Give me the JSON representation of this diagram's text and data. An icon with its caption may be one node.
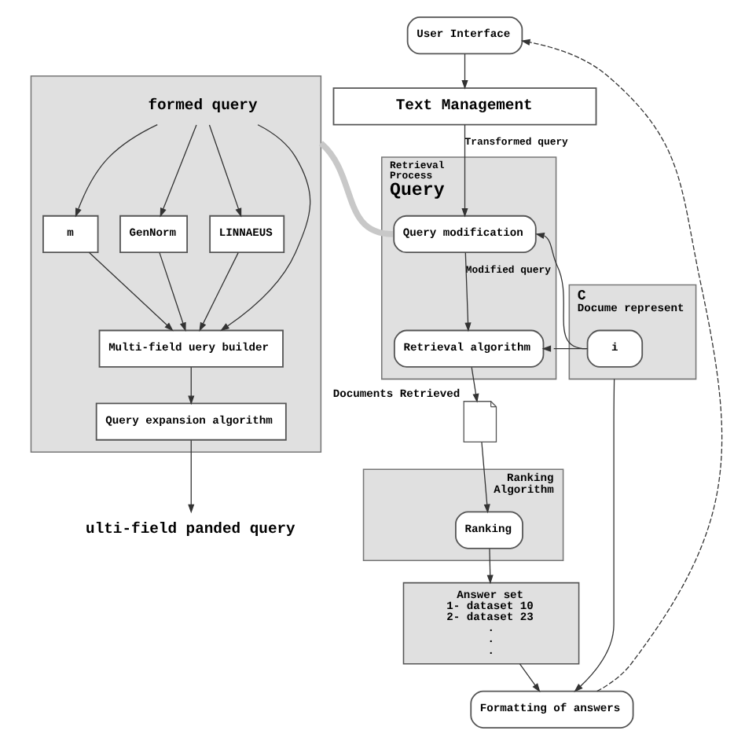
{
  "diagram": {
    "nodes": [
      {
        "text": [],
        "shape": "box"
      },
      {
        "text": [
          "formed query"
        ],
        "in": 0
      },
      {
        "text": [
          "m"
        ],
        "in": 0
      },
      {
        "text": [
          "GenNorm"
        ],
        "in": 0
      },
      {
        "text": [
          "LINNAEUS"
        ],
        "in": 0
      },
      {
        "text": [
          "Multi-field uery builder"
        ],
        "in": 0
      },
      {
        "text": [
          "Query expansion algorithm"
        ],
        "in": 0
      },
      {
        "text": [
          "ulti-field panded query"
        ]
      },
      {
        "text": [
          "User Interface"
        ]
      },
      {
        "text": [
          "Retrieval Process",
          "Query"
        ]
      },
      {
        "text": [
          "Text Management"
        ]
      },
      {
        "text": [
          "Query modification"
        ],
        "in": 9
      },
      {
        "text": [
          "Retrieval algorithm"
        ],
        "in": 9
      },
      {
        "text": [
          "C",
          "Docume represent"
        ]
      },
      {
        "text": [
          "i"
        ],
        "in": 13
      },
      {
        "text": [],
        "shape": "picture",
        "beside": [
          "Documents Retrieved"
        ]
      },
      {
        "text": [
          "Ranking Algorithm"
        ]
      },
      {
        "text": [
          "Ranking"
        ],
        "in": 16
      },
      {
        "text": [
          "Answer set",
          "1- dataset 10",
          "2- dataset 23",
          ".",
          ".",
          "."
        ]
      },
      {
        "text": [
          "Formatting of answers"
        ]
      }
    ],
    "edges": [
      {
        "from": 1,
        "to": 2,
        "arrow": "to"
      },
      {
        "from": 1,
        "to": 3,
        "arrow": "to"
      },
      {
        "from": 1,
        "to": 4,
        "arrow": "to"
      },
      {
        "from": 1,
        "to": 5,
        "arrow": "to"
      },
      {
        "from": 2,
        "to": 5,
        "arrow": "to"
      },
      {
        "from": 3,
        "to": 5,
        "arrow": "to"
      },
      {
        "from": 4,
        "to": 5,
        "arrow": "to"
      },
      {
        "from": 5,
        "to": 6,
        "arrow": "to"
      },
      {
        "from": 6,
        "to": 7,
        "arrow": "to"
      },
      {
        "from": 0,
        "to": 11,
        "arrow": "none",
        "style": "thick",
        "color": "#c8c8c8"
      },
      {
        "from": 19,
        "to": 8,
        "arrow": "to",
        "style": "dashed"
      },
      {
        "from": 8,
        "to": 10,
        "arrow": "to"
      },
      {
        "from": 10,
        "to": 11,
        "arrow": "to",
        "label": "Transformed query"
      },
      {
        "from": 11,
        "to": 12,
        "arrow": "to",
        "label": "Modified query"
      },
      {
        "from": 14,
        "to": 11,
        "arrow": "to"
      },
      {
        "from": 14,
        "to": 12,
        "arrow": "to"
      },
      {
        "from": 12,
        "to": 15,
        "arrow": "to"
      },
      {
        "from": 15,
        "to": 17,
        "arrow": "to"
      },
      {
        "from": 17,
        "to": 18,
        "arrow": "to"
      },
      {
        "from": 18,
        "to": 19,
        "arrow": "to"
      },
      {
        "from": 13,
        "to": 19,
        "arrow": "to"
      }
    ]
  }
}
